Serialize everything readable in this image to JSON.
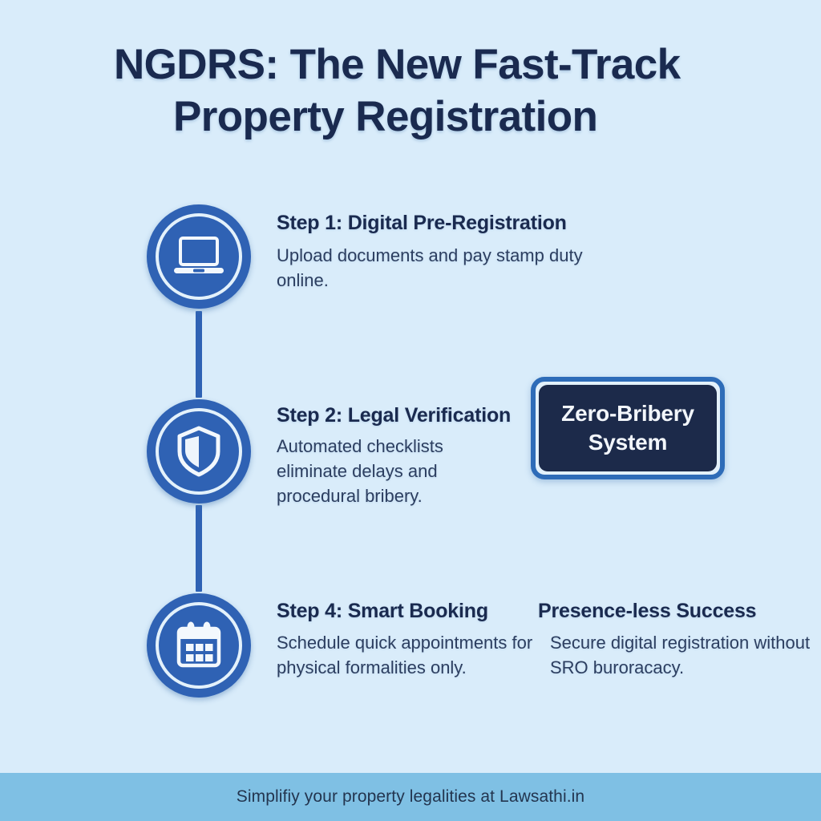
{
  "title": {
    "line1": "NGDRS: The New Fast-Track",
    "line2": "Property Registration"
  },
  "colors": {
    "background": "#d9ecfa",
    "node_blue": "#2f62b4",
    "heading_navy": "#1a2a4f",
    "body_navy": "#2c3e60",
    "badge_border": "#2e6cb8",
    "badge_fill": "#1c2a4a",
    "badge_text": "#f2f6fb",
    "footer_band": "#7fc0e4",
    "ring_white": "#e3f1fb"
  },
  "steps": [
    {
      "icon": "laptop-icon",
      "heading": "Step 1: Digital Pre-Registration",
      "body": "Upload documents and pay stamp duty online."
    },
    {
      "icon": "shield-icon",
      "heading": "Step 2: Legal Verification",
      "body": "Automated checklists eliminate delays and procedural bribery."
    },
    {
      "icon": "calendar-icon",
      "heading": "Step 4: Smart Booking",
      "body": "Schedule quick appointments for physical formalities only."
    }
  ],
  "side_item": {
    "heading": "Presence-less Success",
    "body": "Secure digital registration without SRO buroracacy."
  },
  "badge": {
    "line1": "Zero-Bribery",
    "line2": "System"
  },
  "footer": {
    "text": "Simplifiy your property legalities at Lawsathi.in"
  }
}
